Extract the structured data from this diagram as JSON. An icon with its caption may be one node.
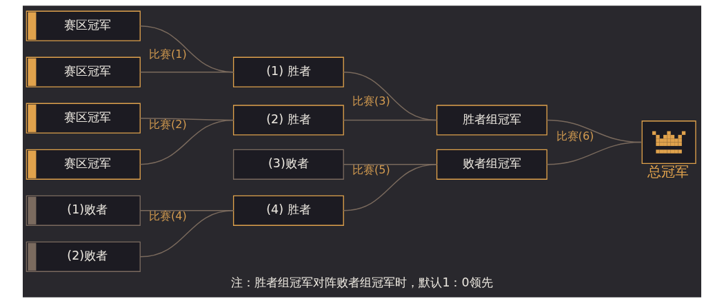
{
  "diagram": {
    "caption": "注：胜者组冠军对阵败者组冠军时，默认1：0领先",
    "nodes": [
      {
        "text": [
          "赛区冠军"
        ]
      },
      {
        "text": [
          "赛区冠军"
        ]
      },
      {
        "text": [
          "赛区冠军"
        ]
      },
      {
        "text": [
          "赛区冠军"
        ]
      },
      {
        "text": [
          "(1)败者"
        ]
      },
      {
        "text": [
          "(2)败者"
        ]
      },
      {
        "text": [
          "(1) 胜者"
        ]
      },
      {
        "text": [
          "(2) 胜者"
        ]
      },
      {
        "text": [
          "(3)败者"
        ]
      },
      {
        "text": [
          "(4) 胜者"
        ]
      },
      {
        "text": [
          "胜者组冠军"
        ]
      },
      {
        "text": [
          "败者组冠军"
        ]
      },
      {
        "text": [
          "总冠军"
        ]
      }
    ],
    "edges": [
      {
        "from": 0,
        "to": 6,
        "arrow": "none",
        "label": "比赛(1)"
      },
      {
        "from": 1,
        "to": 6,
        "arrow": "none"
      },
      {
        "from": 2,
        "to": 7,
        "arrow": "none",
        "label": "比赛(2)"
      },
      {
        "from": 3,
        "to": 7,
        "arrow": "none"
      },
      {
        "from": 4,
        "to": 9,
        "arrow": "none",
        "label": "比赛(4)"
      },
      {
        "from": 5,
        "to": 9,
        "arrow": "none"
      },
      {
        "from": 6,
        "to": 10,
        "arrow": "none",
        "label": "比赛(3)"
      },
      {
        "from": 7,
        "to": 10,
        "arrow": "none"
      },
      {
        "from": 8,
        "to": 11,
        "arrow": "none",
        "label": "比赛(5)"
      },
      {
        "from": 9,
        "to": 11,
        "arrow": "none"
      },
      {
        "from": 10,
        "to": 12,
        "arrow": "none",
        "label": "比赛(6)"
      },
      {
        "from": 11,
        "to": 12,
        "arrow": "none"
      }
    ]
  }
}
